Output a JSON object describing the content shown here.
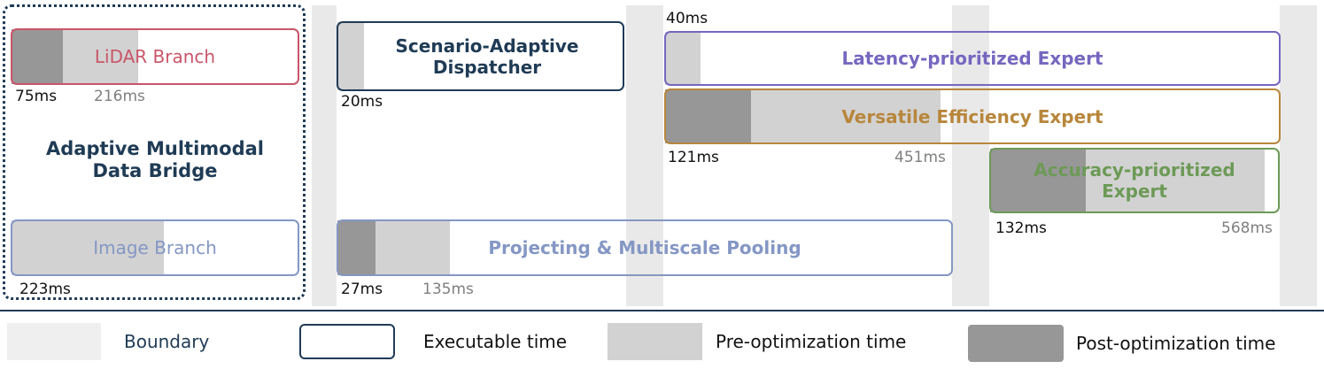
{
  "modules": {
    "lidar": {
      "label": "LiDAR Branch",
      "post": "75ms",
      "pre": "216ms"
    },
    "bridge": {
      "label_line1": "Adaptive Multimodal",
      "label_line2": "Data Bridge"
    },
    "image": {
      "label": "Image Branch",
      "time": "223ms"
    },
    "dispatcher": {
      "label_line1": "Scenario-Adaptive",
      "label_line2": "Dispatcher",
      "time": "20ms"
    },
    "pooling": {
      "label": "Projecting & Multiscale Pooling",
      "post": "27ms",
      "pre": "135ms"
    },
    "latency": {
      "label": "Latency-prioritized Expert",
      "time": "40ms"
    },
    "versatile": {
      "label": "Versatile Efficiency Expert",
      "post": "121ms",
      "pre": "451ms"
    },
    "accuracy": {
      "label_line1": "Accuracy-prioritized",
      "label_line2": "Expert",
      "post": "132ms",
      "pre": "568ms"
    }
  },
  "legend": {
    "boundary": "Boundary",
    "executable": "Executable time",
    "pre": "Pre-optimization time",
    "post": "Post-optimization time"
  },
  "colors": {
    "lidar": "#c9566a",
    "image": "#8497c4",
    "dark_navy": "#1f3b55",
    "latency": "#7567c0",
    "versatile": "#b8863b",
    "accuracy": "#6d9a57",
    "pre_optimization": "#d2d2d2",
    "post_optimization": "#979797",
    "boundary": "#e9e9e9"
  }
}
